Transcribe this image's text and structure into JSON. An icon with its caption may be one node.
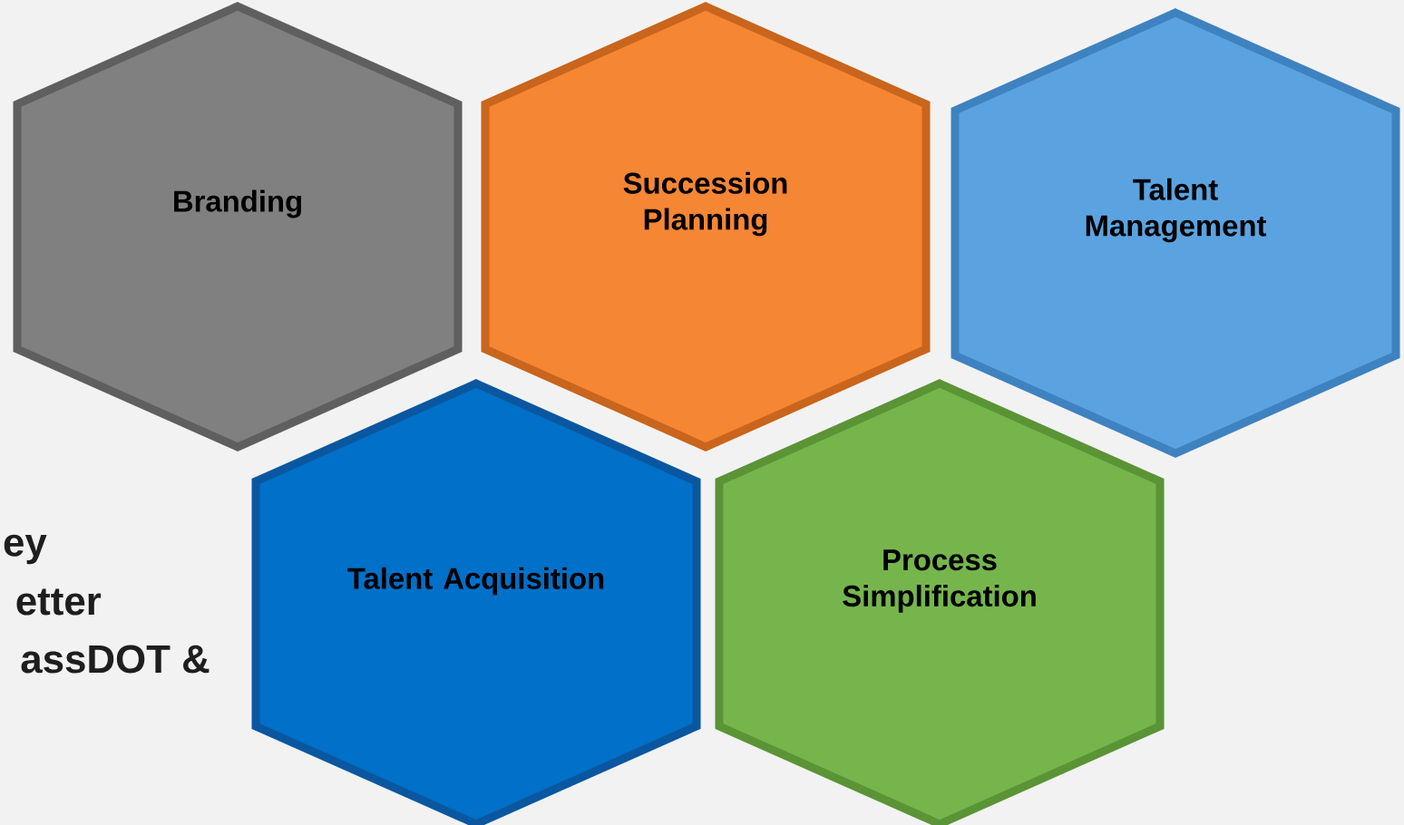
{
  "diagram": {
    "nodes": [
      {
        "text": [
          "Branding"
        ]
      },
      {
        "text": [
          "Succession Planning"
        ]
      },
      {
        "text": [
          "Talent Management"
        ]
      },
      {
        "text": [
          "Talent Acquisition"
        ]
      },
      {
        "text": [
          "Process Simplification"
        ]
      }
    ],
    "labels": [
      "ey",
      "etter",
      "assDOT &"
    ]
  }
}
